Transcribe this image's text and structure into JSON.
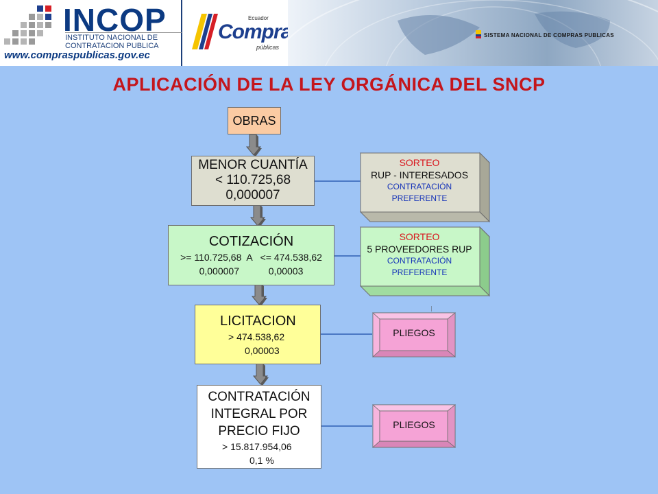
{
  "header": {
    "incop_name": "INCOP",
    "incop_line1": "INSTITUTO NACIONAL DE",
    "incop_line2": "CONTRATACION PUBLICA",
    "incop_url": "www.compraspublicas.gov.ec",
    "compras_country": "Ecuador",
    "compras_word": "Compras",
    "compras_sub": "públicas",
    "sncp_banner": "SISTEMA NACIONAL DE COMPRAS PUBLICAS"
  },
  "title": "APLICACIÓN DE LA LEY ORGÁNICA DEL SNCP",
  "flow": {
    "obras": "OBRAS",
    "menor": {
      "line1": "MENOR CUANTÍA",
      "line2": "< 110.725,68",
      "line3": "0,000007"
    },
    "cotizacion": {
      "line1": "COTIZACIÓN",
      "line2": ">= 110.725,68  A   <= 474.538,62",
      "line3": "0,000007           0,00003"
    },
    "licitacion": {
      "line1": "LICITACION",
      "line2": "> 474.538,62",
      "line3": "0,00003"
    },
    "integral": {
      "line1": "CONTRATACIÓN",
      "line2": "INTEGRAL POR",
      "line3": "PRECIO FIJO",
      "line4": "> 15.817.954,06",
      "line5": "0,1 %"
    }
  },
  "side": {
    "sorteo1": {
      "line1": "SORTEO",
      "line2": "RUP - INTERESADOS",
      "line3": "CONTRATACIÓN",
      "line4": "PREFERENTE"
    },
    "sorteo2": {
      "line1": "SORTEO",
      "line2": "5 PROVEEDORES RUP",
      "line3": "CONTRATACIÓN",
      "line4": "PREFERENTE"
    },
    "pliegos1": "PLIEGOS",
    "pliegos2": "PLIEGOS"
  },
  "colors": {
    "background": "#9ec4f5",
    "title": "#c4161c",
    "obras": "#fbcba3",
    "menor": "#deded0",
    "cotizacion": "#c8f7c8",
    "licitacion": "#ffff99",
    "integral": "#ffffff",
    "pliegos": "#f5a3d6",
    "sorteo_red": "#d9141c",
    "sorteo_blue": "#1533b8"
  }
}
